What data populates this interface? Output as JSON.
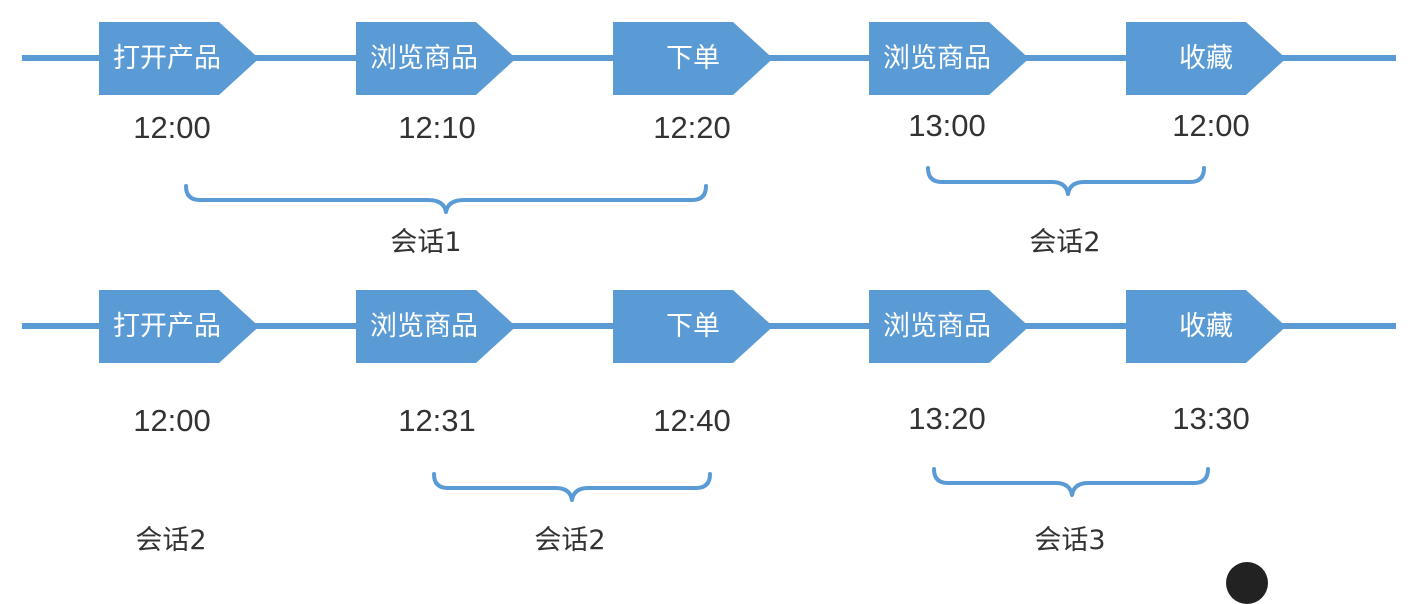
{
  "rows": [
    {
      "steps": [
        "打开产品",
        "浏览商品",
        "下单",
        "浏览商品",
        "收藏"
      ],
      "times": [
        "12:00",
        "12:10",
        "12:20",
        "13:00",
        "12:00"
      ],
      "sessions": [
        "会话1",
        "会话2"
      ]
    },
    {
      "steps": [
        "打开产品",
        "浏览商品",
        "下单",
        "浏览商品",
        "收藏"
      ],
      "times": [
        "12:00",
        "12:31",
        "12:40",
        "13:20",
        "13:30"
      ],
      "sessions": [
        "会话2",
        "会话2",
        "会话3"
      ]
    }
  ],
  "colors": {
    "accent": "#5b9bd5",
    "text": "#333333"
  }
}
